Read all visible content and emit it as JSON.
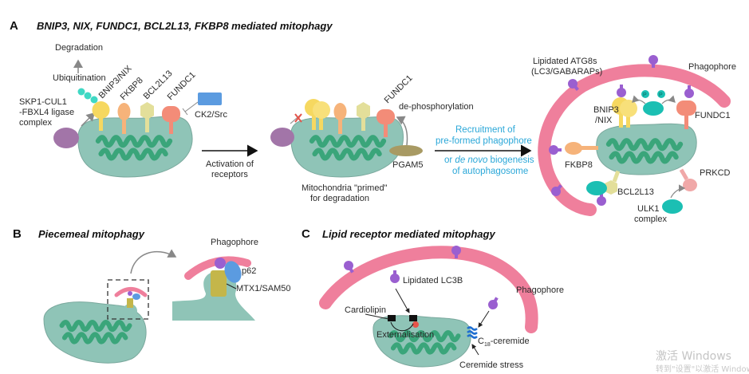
{
  "panel_a": {
    "letter": "A",
    "title": "BNIP3, NIX, FUNDC1, BCL2L13, FKBP8 mediated mitophagy",
    "degradation": "Degradation",
    "ubiquitination": "Ubiquitination",
    "ligase": [
      "SKP1-CUL1",
      "-FBXL4 ligase",
      "complex"
    ],
    "receptors": [
      "BNIP3/NIX",
      "FKBP8",
      "BCL2L13",
      "FUNDC1"
    ],
    "kinase": "CK2/Src",
    "activation": [
      "Activation of",
      "receptors"
    ],
    "primed": [
      "Mitochondria \"primed\"",
      "for degradation"
    ],
    "fundc1": "FUNDC1",
    "dephos": "de-phosphorylation",
    "pgam5": "PGAM5",
    "recruit": [
      "Recruitment of",
      "pre-formed phagophore"
    ],
    "denovo_prefix": "or ",
    "denovo_italic": "de novo",
    "denovo_suffix": " biogenesis",
    "autophagosome": "of autophagosome",
    "atg8": [
      "Lipidated ATG8s",
      "(LC3/GABARAPs)"
    ],
    "phagophore": "Phagophore",
    "right_labels": {
      "bnip3": [
        "BNIP3",
        "/NIX"
      ],
      "fundc1": "FUNDC1",
      "fkbp8": "FKBP8",
      "bcl2l13": "BCL2L13",
      "prkcd": "PRKCD",
      "ulk1": [
        "ULK1",
        "complex"
      ],
      "p": "P"
    }
  },
  "panel_b": {
    "letter": "B",
    "title": "Piecemeal mitophagy",
    "phagophore": "Phagophore",
    "p62": "p62",
    "mtx": "MTX1/SAM50"
  },
  "panel_c": {
    "letter": "C",
    "title": "Lipid receptor mediated mitophagy",
    "lc3b": "Lipidated LC3B",
    "phagophore": "Phagophore",
    "cardiolipin": "Cardiolipin",
    "externalisation": "Externalisation",
    "ceramide_c": "C",
    "ceramide_sub": "18",
    "ceramide_rest": "-ceremide",
    "stress": "Ceremide stress"
  },
  "watermark": {
    "line1": "激活 Windows",
    "line2": "转到\"设置\"以激活 Windows"
  },
  "colors": {
    "mito_outer": "#8fc4b7",
    "mito_inner": "#3aa57a",
    "phagophore": "#ef7f9c",
    "lc3": "#9a5fd0",
    "bnip3": "#f6d860",
    "fkbp8": "#f6b37a",
    "bcl2l13": "#e3df9a",
    "fundc1": "#f38c78",
    "ligase": "#a275a8",
    "ck2": "#5b9be0",
    "pgam5": "#a89a63",
    "ulk1": "#1bbfb3",
    "blue_text": "#2aa7d8"
  }
}
